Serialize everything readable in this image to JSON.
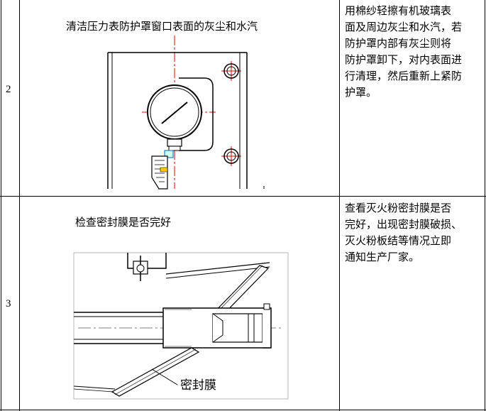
{
  "rows": [
    {
      "index": "2",
      "caption": "清洁压力表防护罩窗口表面的灰尘和水汽",
      "description_lines": [
        "用棉纱轻擦有机玻璃表",
        "面及周边灰尘和水汽，若",
        "防护罩内部有灰尘则将",
        "防护罩卸下，对内表面进",
        "行清理，然后重新上紧防",
        "护罩。"
      ]
    },
    {
      "index": "3",
      "caption": "检查密封膜是否完好",
      "description_lines": [
        "查看灭火粉密封膜是否",
        "完好，出现密封膜破损、",
        "灭火粉板结等情况立即",
        "通知生产厂家。"
      ],
      "drawing_label": "密封膜"
    }
  ]
}
